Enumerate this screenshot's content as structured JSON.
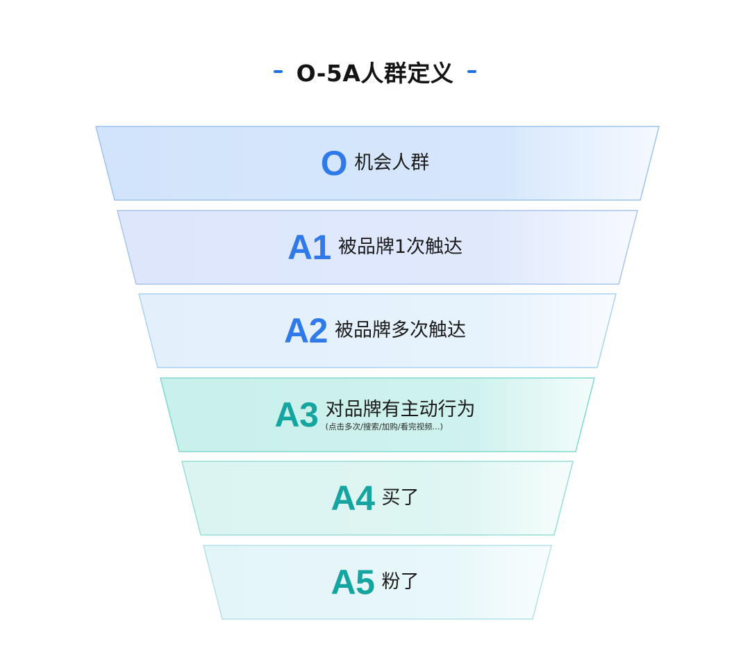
{
  "title": "O-5A人群定义",
  "colors": {
    "accent_blue": "#2f7ae8",
    "accent_teal": "#14a5a0",
    "dash": "#1e6fe0"
  },
  "levels": [
    {
      "code": "O",
      "label": "机会人群",
      "note": ""
    },
    {
      "code": "A1",
      "label": "被品牌1次触达",
      "note": ""
    },
    {
      "code": "A2",
      "label": "被品牌多次触达",
      "note": ""
    },
    {
      "code": "A3",
      "label": "对品牌有主动行为",
      "note": "(点击多次/搜索/加购/看完视频...)"
    },
    {
      "code": "A4",
      "label": "买了",
      "note": ""
    },
    {
      "code": "A5",
      "label": "粉了",
      "note": ""
    }
  ]
}
